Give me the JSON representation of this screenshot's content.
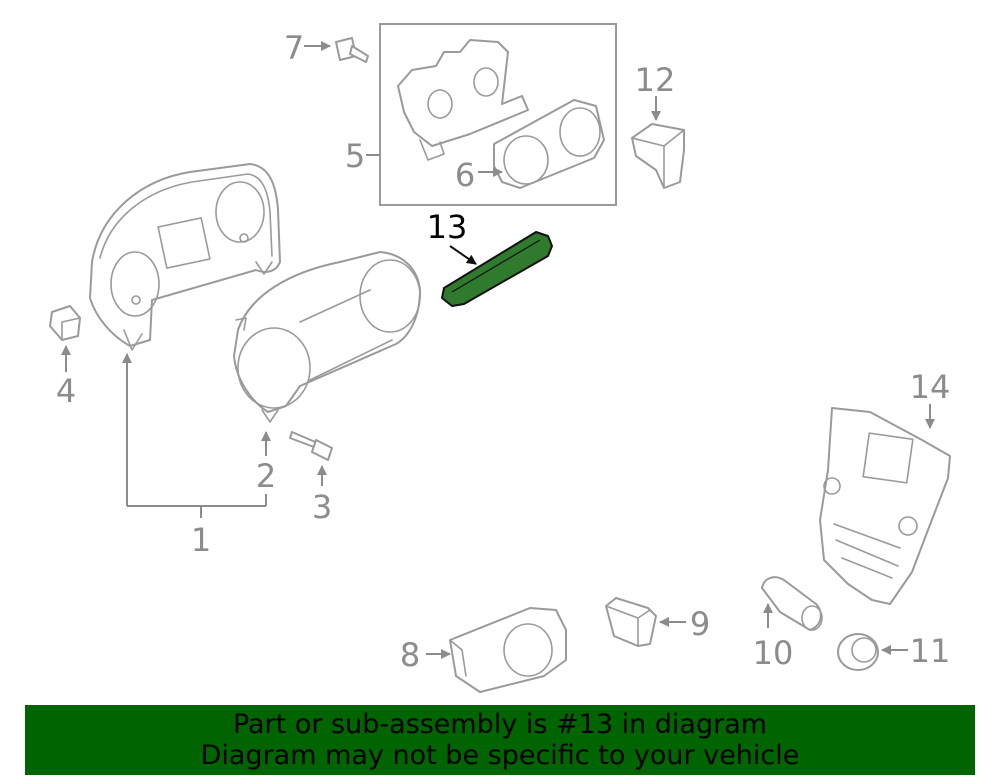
{
  "callouts": {
    "c1": "1",
    "c2": "2",
    "c3": "3",
    "c4": "4",
    "c5": "5",
    "c6": "6",
    "c7": "7",
    "c8": "8",
    "c9": "9",
    "c10": "10",
    "c11": "11",
    "c12": "12",
    "c13": "13",
    "c14": "14"
  },
  "highlighted_part": "13",
  "banner": {
    "line1": "Part or sub-assembly is #13 in diagram",
    "line2": "Diagram may not be specific to your vehicle"
  },
  "colors": {
    "highlight": "#2f7a2c",
    "banner_background": "#006400",
    "line_art": "#9a9a9a"
  }
}
